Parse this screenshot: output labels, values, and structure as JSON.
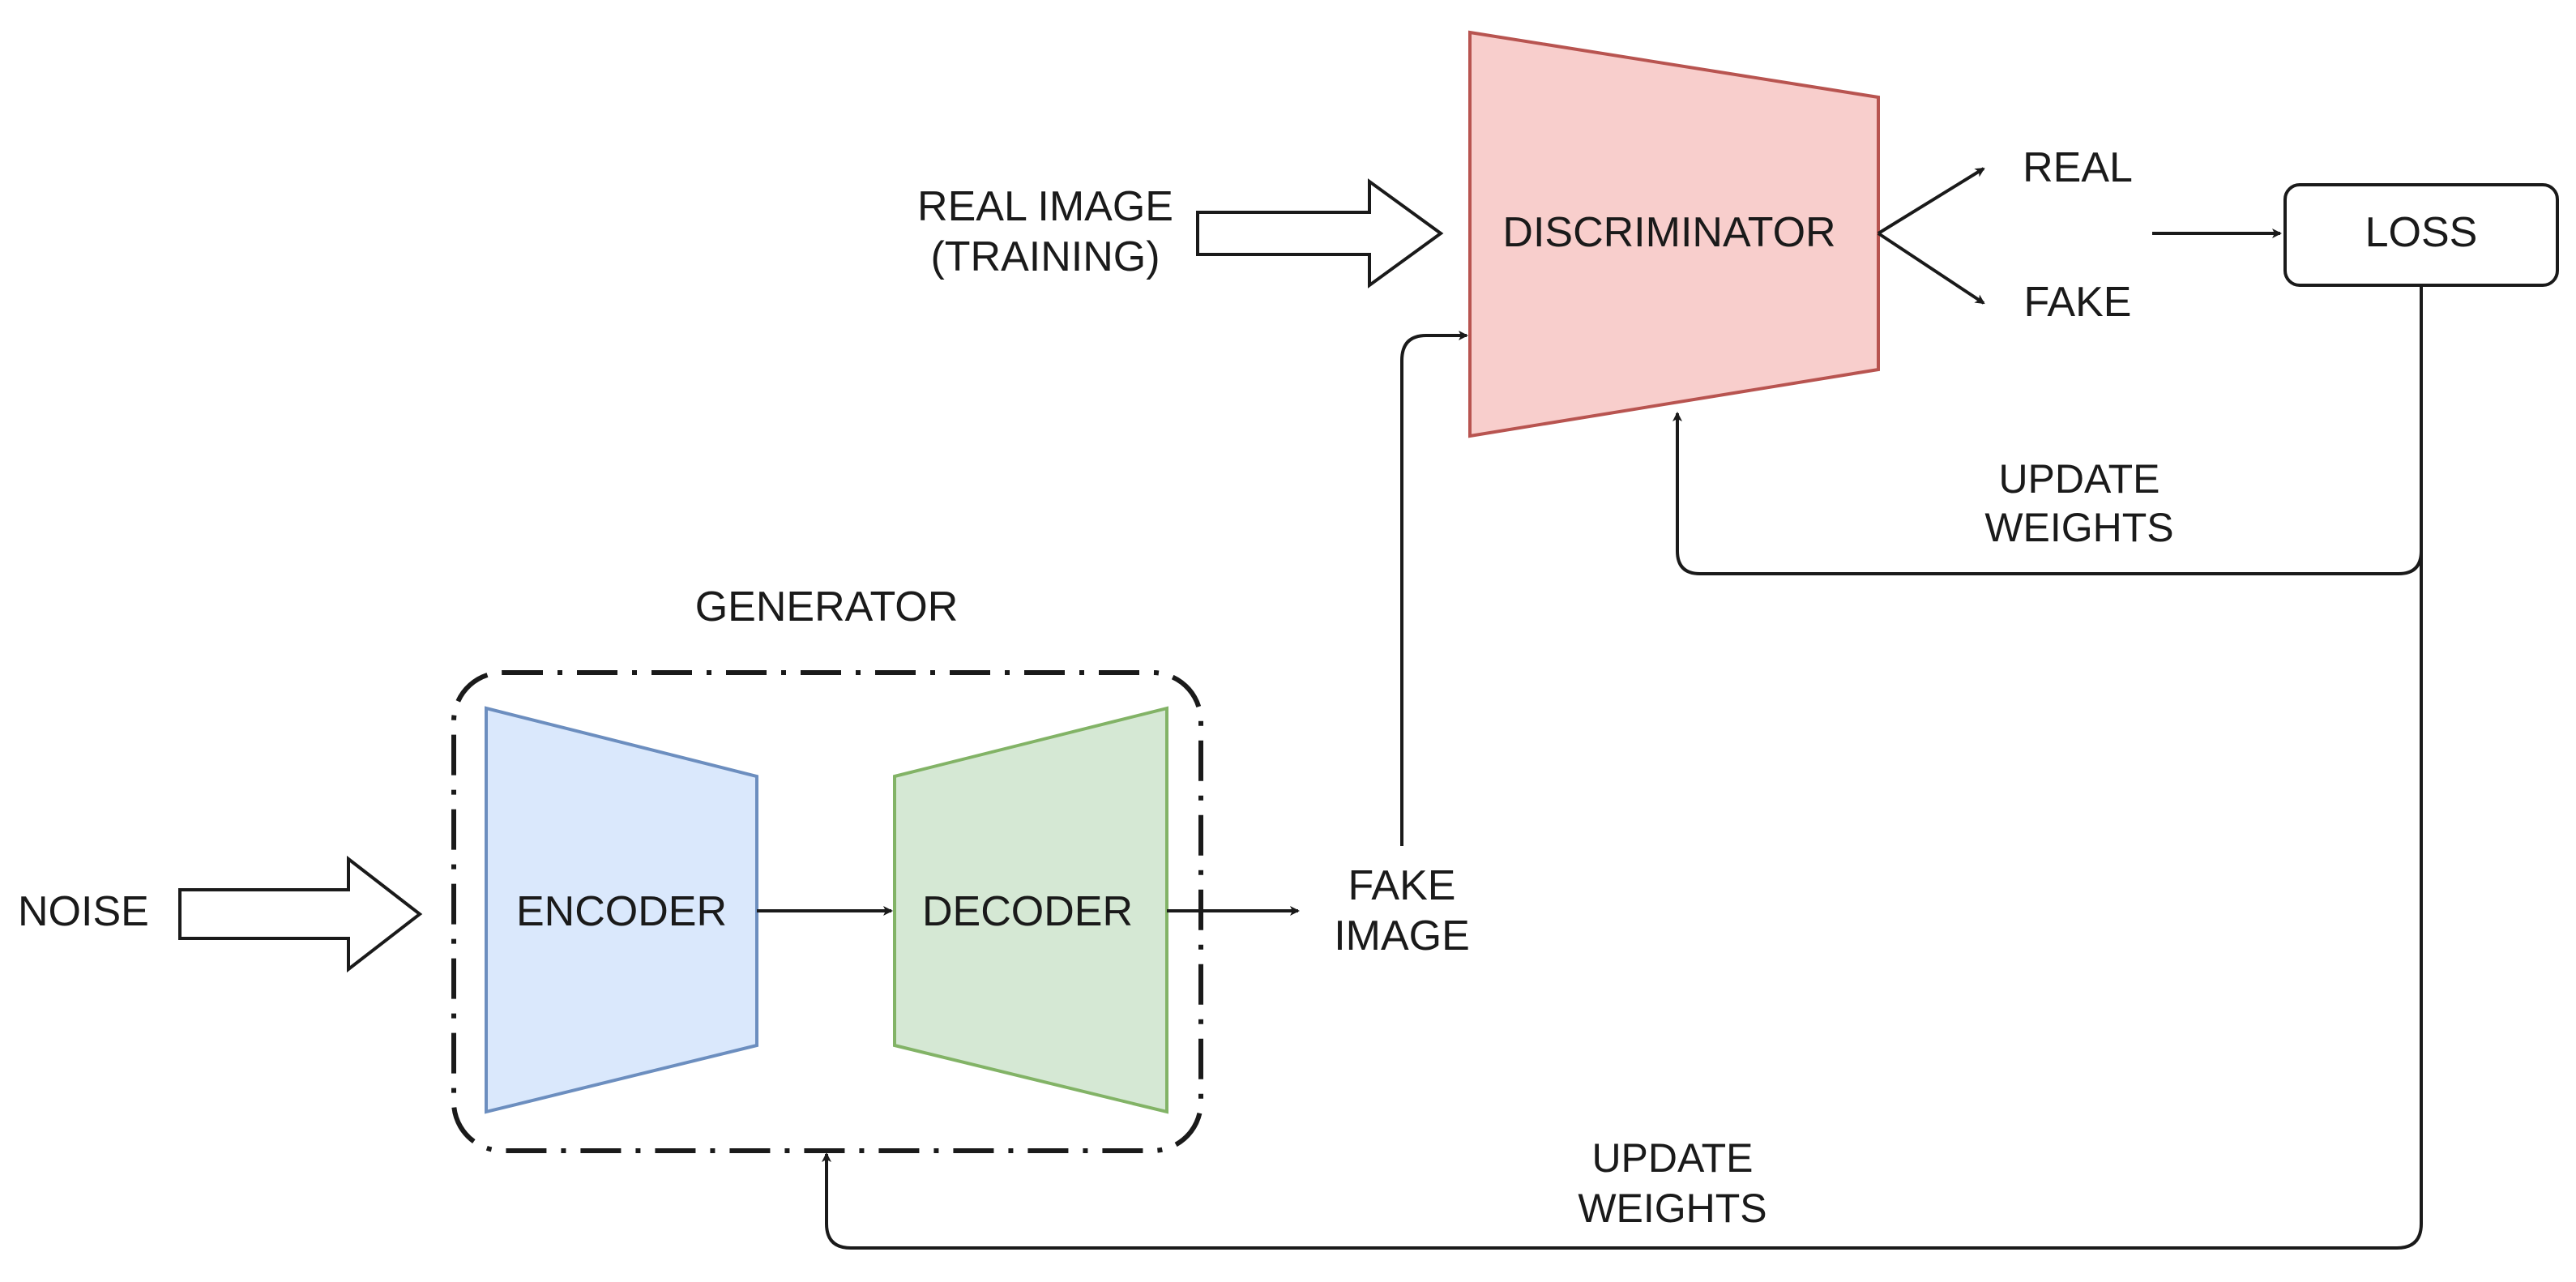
{
  "diagram": {
    "noise_label": "NOISE",
    "generator_label": "GENERATOR",
    "encoder_label": "ENCODER",
    "decoder_label": "DECODER",
    "fake_image_label": [
      "FAKE",
      "IMAGE"
    ],
    "real_image_label": [
      "REAL IMAGE",
      "(TRAINING)"
    ],
    "discriminator_label": "DISCRIMINATOR",
    "real_output_label": "REAL",
    "fake_output_label": "FAKE",
    "loss_label": "LOSS",
    "update_weights_discriminator_label": [
      "UPDATE",
      "WEIGHTS"
    ],
    "update_weights_generator_label": [
      "UPDATE",
      "WEIGHTS"
    ]
  },
  "colors": {
    "encoder_fill": "#dae8fc",
    "encoder_stroke": "#6c8ebf",
    "decoder_fill": "#d5e8d4",
    "decoder_stroke": "#82b366",
    "discriminator_fill": "#f8cecc",
    "discriminator_stroke": "#b85450",
    "line": "#1a1a1a"
  }
}
